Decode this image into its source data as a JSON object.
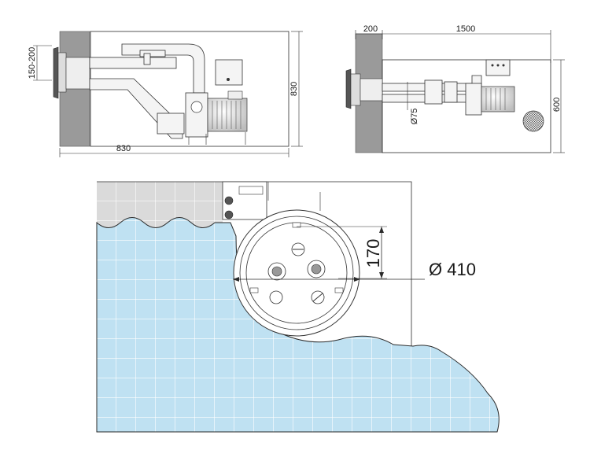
{
  "side_view": {
    "width_label": "830",
    "height_label": "830",
    "wall_offset_label": "150-200"
  },
  "top_view": {
    "wall_label": "200",
    "length_label": "1500",
    "height_label": "600",
    "pipe_label": "Ø75"
  },
  "detail_view": {
    "depth_label": "170",
    "diameter_label": "Ø 410"
  },
  "colors": {
    "water": "#bfe1f2",
    "tile_line": "#ffffff",
    "wall": "#9a9a9a",
    "upper_tile": "#d9d9d9"
  }
}
